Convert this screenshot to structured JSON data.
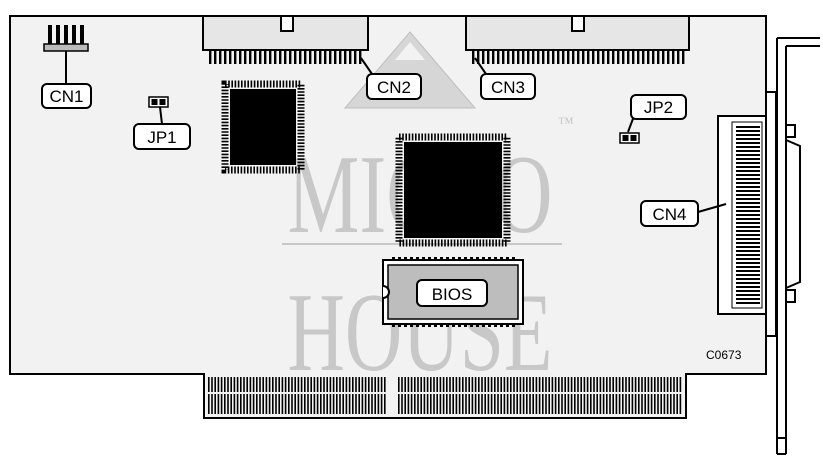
{
  "labels": {
    "cn1": "CN1",
    "cn2": "CN2",
    "cn3": "CN3",
    "cn4": "CN4",
    "jp1": "JP1",
    "jp2": "JP2",
    "bios": "BIOS"
  },
  "diagram_code": "C0673",
  "watermark": {
    "line1": "MICRO",
    "line2": "HOUSE",
    "tm": "™"
  },
  "colors": {
    "board_fill": "#f2f2f2",
    "watermark": "#c8c8c8",
    "chip": "#000000"
  }
}
